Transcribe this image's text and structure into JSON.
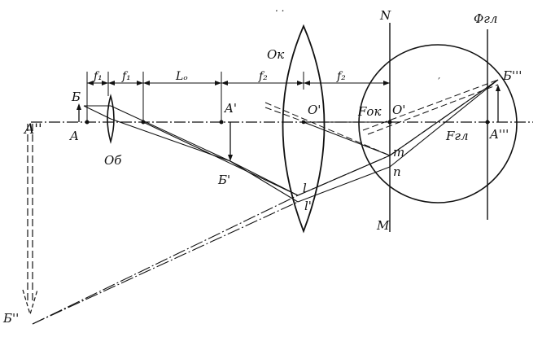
{
  "diagram": {
    "labels": {
      "A2": "A''",
      "B": "Б",
      "A": "A",
      "f1_left": "f₁",
      "f1_right": "f₁",
      "Lo": "Lₒ",
      "Aprime": "A'",
      "f2_left": "f₂",
      "Ok": "Oк",
      "Oprime_lens": "O'",
      "f2_right": "f₂",
      "Fok": "Fок",
      "Oprime_eye": "O'",
      "N": "N",
      "Phi": "Φгл",
      "B3": "Б'''",
      "A3": "A'''",
      "Fgl": "Fгл",
      "m": "m",
      "n": "n",
      "M": "M",
      "l": "l",
      "lprime": "l'",
      "Bprime": "Б'",
      "Ob": "Об",
      "B2": "Б''"
    },
    "colors": {
      "ink": "#111111",
      "background": "#ffffff"
    }
  }
}
